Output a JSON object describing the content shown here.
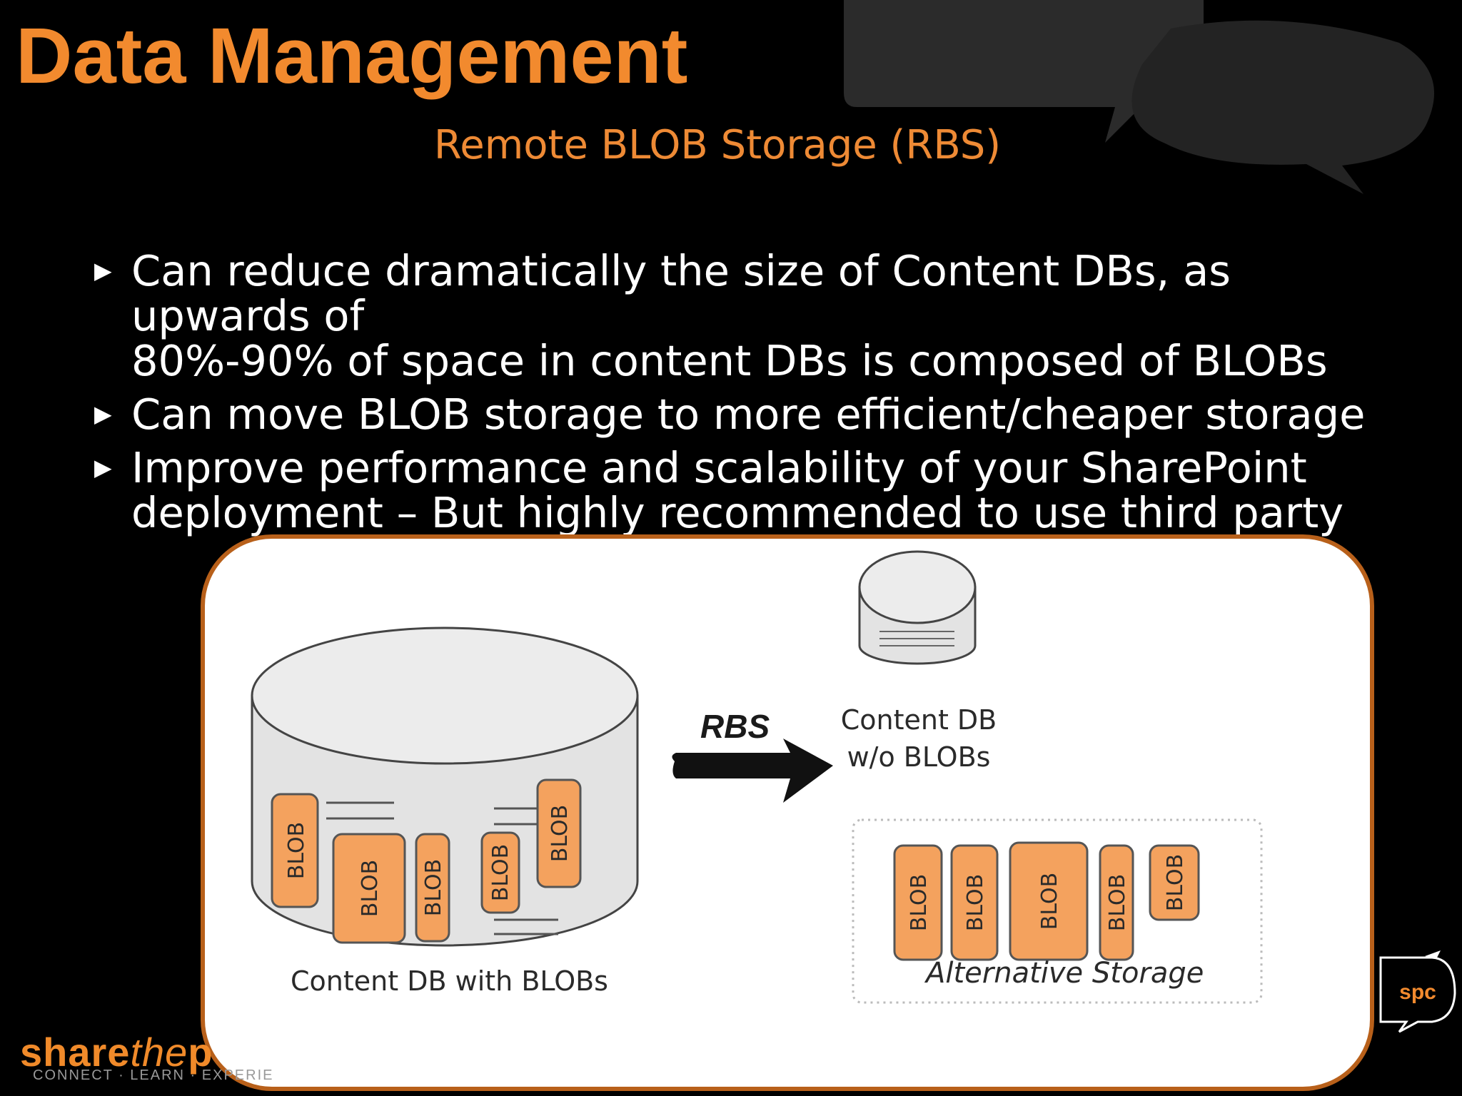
{
  "slide": {
    "title": "Data Management",
    "subtitle": "Remote BLOB Storage (RBS)",
    "bullet_marker": "▶",
    "bullets": [
      {
        "lines": [
          "Can reduce dramatically the size of Content DBs, as upwards of",
          "80%-90% of space in content DBs is composed of BLOBs"
        ]
      },
      {
        "lines": [
          "Can move BLOB storage to more efficient/cheaper storage"
        ]
      },
      {
        "lines": [
          "Improve performance and scalability of your SharePoint",
          "deployment – But highly recommended to use third party"
        ]
      }
    ]
  },
  "diagram": {
    "rbs_label": "RBS",
    "content_db_without_blobs": [
      "Content DB",
      "w/o BLOBs"
    ],
    "content_db_with_blobs": "Content DB with BLOBs",
    "alternative_storage": "Alternative Storage",
    "blob_label": "BLOB"
  },
  "footer": {
    "logo_text_1": "share",
    "logo_text_2": "the",
    "logo_text_3": "p",
    "logo_tagline": "CONNECT · LEARN · EXPERIE",
    "badge_text": "spc"
  },
  "colors": {
    "accent_orange": "#f28a2e",
    "panel_border": "#b8601a",
    "blob_fill": "#f4a25e",
    "cylinder_fill": "#e3e3e3"
  }
}
